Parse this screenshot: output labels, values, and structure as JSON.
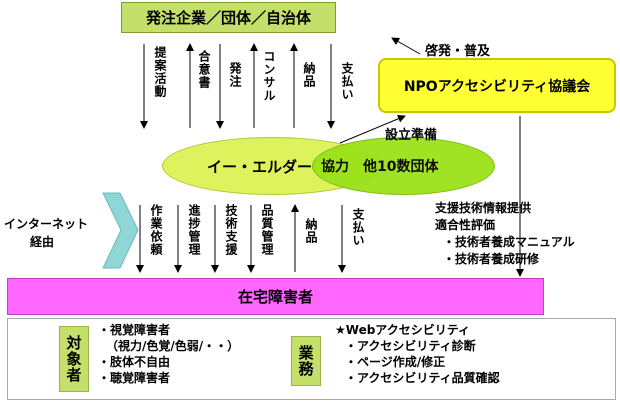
{
  "top_box": {
    "label": "発注企業／団体／自治体"
  },
  "npo_box": {
    "label": "NPOアクセシビリティ協議会"
  },
  "home_box": {
    "label": "在宅障害者"
  },
  "ellipse_left": {
    "label": "イー・エルダー"
  },
  "ellipse_right": {
    "label": "協力　他10数団体"
  },
  "upper_arrows": [
    "提案活動",
    "合意書",
    "発注",
    "コンサル",
    "納品",
    "支払い"
  ],
  "lower_arrows": [
    "作業依頼",
    "進捗管理",
    "技術支援",
    "品質管理",
    "納品",
    "支払い"
  ],
  "label_keihatsu": "啓発・普及",
  "label_setsuritsu": "設立準備",
  "label_internet": [
    "インターネット",
    "経由"
  ],
  "support": [
    "支援技術情報提供",
    "適合性評価",
    "・技術者養成マニュアル",
    "・技術者養成研修"
  ],
  "target": {
    "label": "対象者",
    "items": [
      "・視覚障害者",
      "（視力/色覚/色弱/・・）",
      "・肢体不自由",
      "・聴覚障害者"
    ]
  },
  "business": {
    "label": "業務",
    "items": [
      "★Webアクセシビリティ",
      "・アクセシビリティ診断",
      "・ページ作成/修正",
      "・アクセシビリティ品質確認"
    ]
  },
  "colors": {
    "green": "#c4e06a",
    "yellow": "#ffff33",
    "magenta": "#ff66ff",
    "arrow": "#8fd6d6"
  }
}
